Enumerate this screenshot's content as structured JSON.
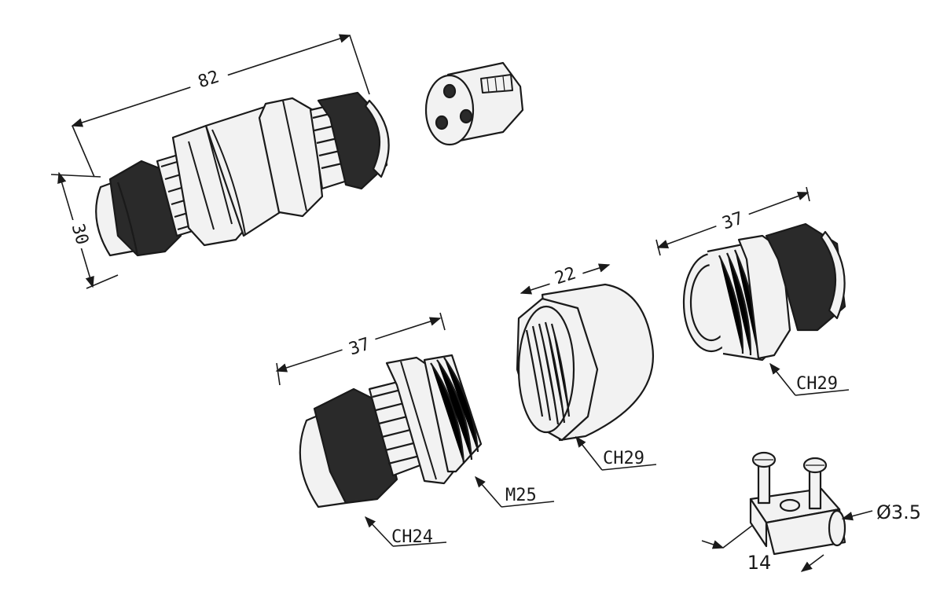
{
  "dimensions": {
    "length_top": "82",
    "height_left": "30",
    "gland_length_bottom": "37",
    "gland_length_right": "37",
    "nut_length": "22",
    "hole_diameter": "Ø3.5",
    "terminal_length": "14"
  },
  "callouts": {
    "hex_ch24": "CH24",
    "thread_m25": "M25",
    "nut_ch29": "CH29",
    "body_ch29": "CH29"
  },
  "colors": {
    "line": "#1a1a1a",
    "dark_fill": "#2a2a2a",
    "light_fill": "#f2f2f2",
    "background": "#ffffff"
  }
}
